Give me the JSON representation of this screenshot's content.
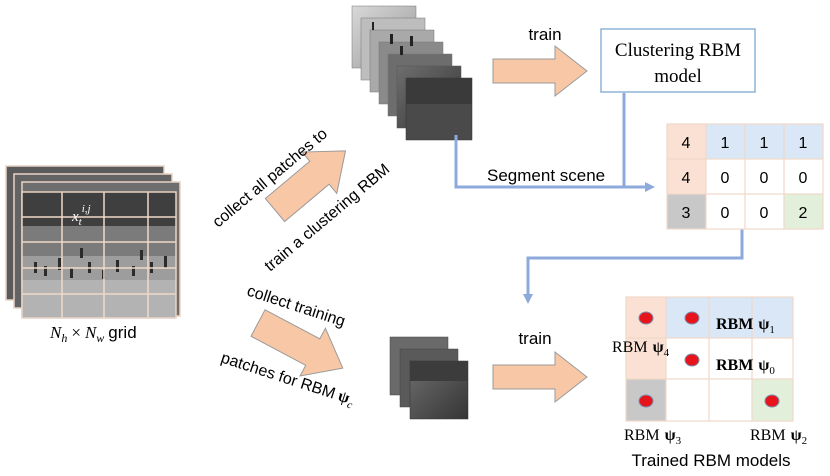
{
  "grid_caption": "N_h × N_w grid",
  "grid_caption_parts": {
    "n1": "N",
    "s1": "h",
    "x": "×",
    "n2": "N",
    "s2": "w",
    "word": "grid"
  },
  "patch_label": {
    "base": "x",
    "sub": "t",
    "sup": "i,j"
  },
  "arrow_text": {
    "collect_all": "collect all patches to",
    "train_clustering": "train a clustering RBM",
    "collect_training": "collect training",
    "patches_for": "patches for RBM",
    "patches_for_psi": "ψ",
    "patches_for_sub": "c"
  },
  "train_label_top": "train",
  "train_label_bottom": "train",
  "clustering_box": {
    "line1": "Clustering RBM",
    "line2": "model"
  },
  "segment_label": "Segment scene",
  "segment_grid": [
    [
      "4",
      "1",
      "1",
      "1"
    ],
    [
      "4",
      "0",
      "0",
      "0"
    ],
    [
      "3",
      "0",
      "0",
      "2"
    ]
  ],
  "rbm_labels": [
    {
      "text": "RBM",
      "psi": "ψ",
      "sub": "1"
    },
    {
      "text": "RBM",
      "psi": "ψ",
      "sub": "4"
    },
    {
      "text": "RBM",
      "psi": "ψ",
      "sub": "0"
    },
    {
      "text": "RBM",
      "psi": "ψ",
      "sub": "3"
    },
    {
      "text": "RBM",
      "psi": "ψ",
      "sub": "2"
    }
  ],
  "trained_caption": "Trained RBM models",
  "colors": {
    "arrow_fill": "#f8c7a6",
    "arrow_stroke": "#9a9a9a",
    "connector": "#8eaadb",
    "box_border": "#8eb4d8",
    "cell_orange": "#fbe1d3",
    "cell_blue": "#d9e7f6",
    "cell_gray": "#c8c8c8",
    "cell_green": "#e2efda",
    "dot": "#e8141c"
  }
}
